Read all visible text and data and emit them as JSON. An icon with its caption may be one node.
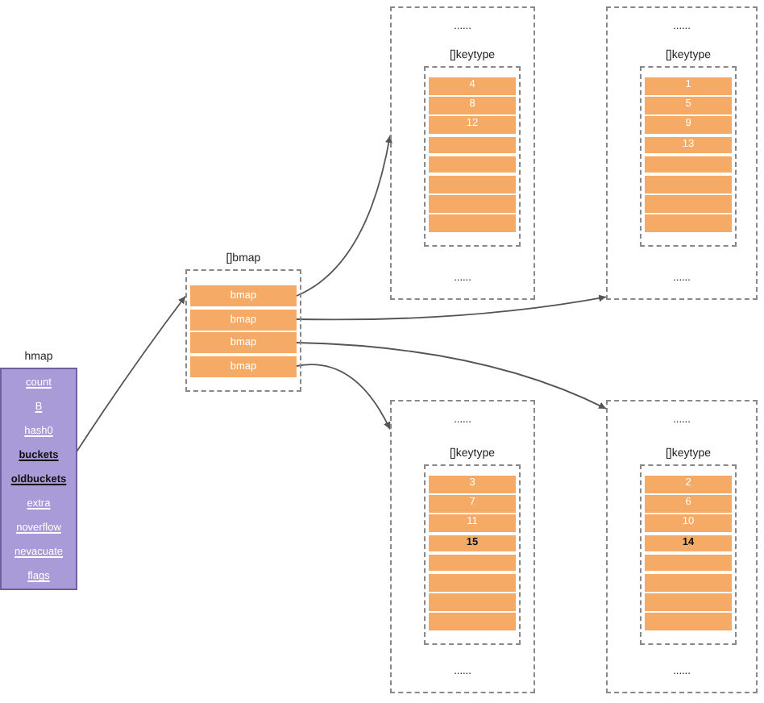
{
  "diagram": {
    "nodes": [
      {
        "text": [
          "hmap"
        ]
      },
      {
        "text": [
          "count"
        ],
        "in": 0
      },
      {
        "text": [
          "B"
        ],
        "in": 0
      },
      {
        "text": [
          "hash0"
        ],
        "in": 0
      },
      {
        "text": [
          "buckets"
        ],
        "in": 0
      },
      {
        "text": [
          "oldbuckets"
        ],
        "in": 0
      },
      {
        "text": [
          "extra"
        ],
        "in": 0
      },
      {
        "text": [
          "noverflow"
        ],
        "in": 0
      },
      {
        "text": [
          "nevacuate"
        ],
        "in": 0
      },
      {
        "text": [
          "flags"
        ],
        "in": 0
      },
      {
        "text": [
          "[]bmap"
        ]
      },
      {
        "text": [
          "bmap"
        ],
        "in": 10
      },
      {
        "text": [
          "bmap"
        ],
        "in": 10
      },
      {
        "text": [
          "bmap"
        ],
        "in": 10
      },
      {
        "text": [
          "bmap"
        ],
        "in": 10
      },
      {
        "text": [
          "......",
          "......"
        ]
      },
      {
        "text": [
          "[]keytype"
        ],
        "in": 15
      },
      {
        "text": [
          "4"
        ],
        "in": 16
      },
      {
        "text": [
          "8"
        ],
        "in": 16
      },
      {
        "text": [
          "12"
        ],
        "in": 16
      },
      {
        "text": [],
        "shape": "bar",
        "in": 16
      },
      {
        "text": [],
        "shape": "bar",
        "in": 16
      },
      {
        "text": [],
        "shape": "bar",
        "in": 16
      },
      {
        "text": [],
        "shape": "bar",
        "in": 16
      },
      {
        "text": [],
        "shape": "bar",
        "in": 16
      },
      {
        "text": [
          "......",
          "......"
        ]
      },
      {
        "text": [
          "[]keytype"
        ],
        "in": 25
      },
      {
        "text": [
          "1"
        ],
        "in": 26
      },
      {
        "text": [
          "5"
        ],
        "in": 26
      },
      {
        "text": [
          "9"
        ],
        "in": 26
      },
      {
        "text": [
          "13"
        ],
        "in": 26
      },
      {
        "text": [],
        "shape": "bar",
        "in": 26
      },
      {
        "text": [],
        "shape": "bar",
        "in": 26
      },
      {
        "text": [],
        "shape": "bar",
        "in": 26
      },
      {
        "text": [],
        "shape": "bar",
        "in": 26
      },
      {
        "text": [
          "......",
          "......"
        ]
      },
      {
        "text": [
          "[]keytype"
        ],
        "in": 35
      },
      {
        "text": [
          "3"
        ],
        "in": 36
      },
      {
        "text": [
          "7"
        ],
        "in": 36
      },
      {
        "text": [
          "11"
        ],
        "in": 36
      },
      {
        "text": [
          "15"
        ],
        "in": 36
      },
      {
        "text": [],
        "shape": "bar",
        "in": 36
      },
      {
        "text": [],
        "shape": "bar",
        "in": 36
      },
      {
        "text": [],
        "shape": "bar",
        "in": 36
      },
      {
        "text": [],
        "shape": "bar",
        "in": 36
      },
      {
        "text": [
          "......",
          "......"
        ]
      },
      {
        "text": [
          "[]keytype"
        ],
        "in": 45
      },
      {
        "text": [
          "2"
        ],
        "in": 46
      },
      {
        "text": [
          "6"
        ],
        "in": 46
      },
      {
        "text": [
          "10"
        ],
        "in": 46
      },
      {
        "text": [
          "14"
        ],
        "in": 46
      },
      {
        "text": [],
        "shape": "bar",
        "in": 46
      },
      {
        "text": [],
        "shape": "bar",
        "in": 46
      },
      {
        "text": [],
        "shape": "bar",
        "in": 46
      },
      {
        "text": [],
        "shape": "bar",
        "in": 46
      }
    ],
    "edges": [
      {
        "from": 4,
        "to": 10,
        "arrow": "to"
      },
      {
        "from": 11,
        "to": 15,
        "arrow": "to"
      },
      {
        "from": 12,
        "to": 25,
        "arrow": "to"
      },
      {
        "from": 13,
        "to": 45,
        "arrow": "to"
      },
      {
        "from": 14,
        "to": 35,
        "arrow": "to"
      }
    ]
  }
}
